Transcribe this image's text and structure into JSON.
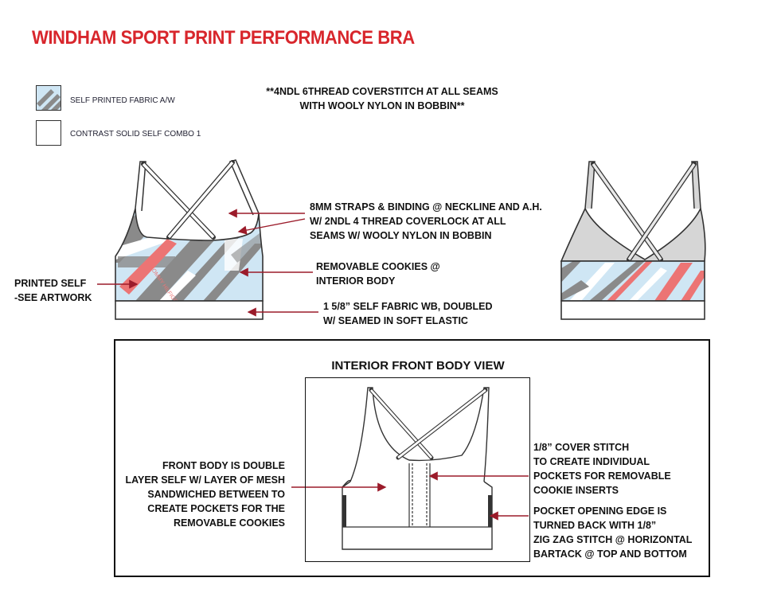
{
  "title": "WINDHAM SPORT PRINT PERFORMANCE BRA",
  "legend": [
    {
      "label": "SELF PRINTED FABRIC A/W"
    },
    {
      "label": "CONTRAST SOLID SELF COMBO 1"
    }
  ],
  "header_note": [
    "**4NDL 6THREAD COVERSTITCH AT ALL SEAMS",
    "WITH WOOLY NYLON IN BOBBIN**"
  ],
  "callouts": {
    "straps": [
      "8MM STRAPS & BINDING @ NECKLINE AND A.H.",
      "W/ 2NDL 4 THREAD COVERLOCK AT ALL",
      "SEAMS W/ WOOLY NYLON IN BOBBIN"
    ],
    "cookies": [
      "REMOVABLE COOKIES @",
      "INTERIOR BODY"
    ],
    "printed": [
      "PRINTED SELF",
      "-SEE ARTWORK"
    ],
    "waistband": [
      "1 5/8” SELF FABRIC WB, DOUBLED",
      "W/ SEAMED IN SOFT ELASTIC"
    ]
  },
  "interior": {
    "title": "INTERIOR FRONT BODY VIEW",
    "front_body": [
      "FRONT BODY IS DOUBLE",
      "LAYER SELF W/ LAYER OF MESH",
      "SANDWICHED BETWEEN TO",
      "CREATE POCKETS FOR THE",
      "REMOVABLE COOKIES"
    ],
    "cover_stitch": [
      "1/8” COVER STITCH",
      "TO CREATE INDIVIDUAL",
      "POCKETS FOR REMOVABLE",
      "COOKIE INSERTS"
    ],
    "pocket_edge": [
      "POCKET OPENING EDGE IS",
      "TURNED BACK WITH 1/8”",
      "ZIG ZAG STITCH @ HORIZONTAL",
      "BARTACK @ TOP AND BOTTOM"
    ]
  },
  "garment_print_text": "TOMMY HILFIGER",
  "colors": {
    "title_red": "#d8262c",
    "arrow_red": "#9b1b2a",
    "print_grey": "#8a8a8a",
    "print_blue": "#cfe6f4",
    "print_coral": "#ec7474",
    "back_grey": "#d6d6d6"
  }
}
